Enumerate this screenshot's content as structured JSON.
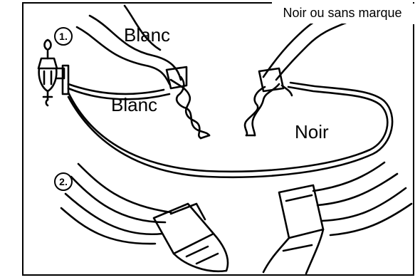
{
  "labels": {
    "neutral_top": "Blanc",
    "neutral_fixture": "Blanc",
    "hot_line": "Noir",
    "hot_note": "Noir ou sans marque"
  },
  "steps": {
    "step1": "1.",
    "step2": "2."
  },
  "colors": {
    "stroke": "#000000",
    "background": "#ffffff"
  }
}
